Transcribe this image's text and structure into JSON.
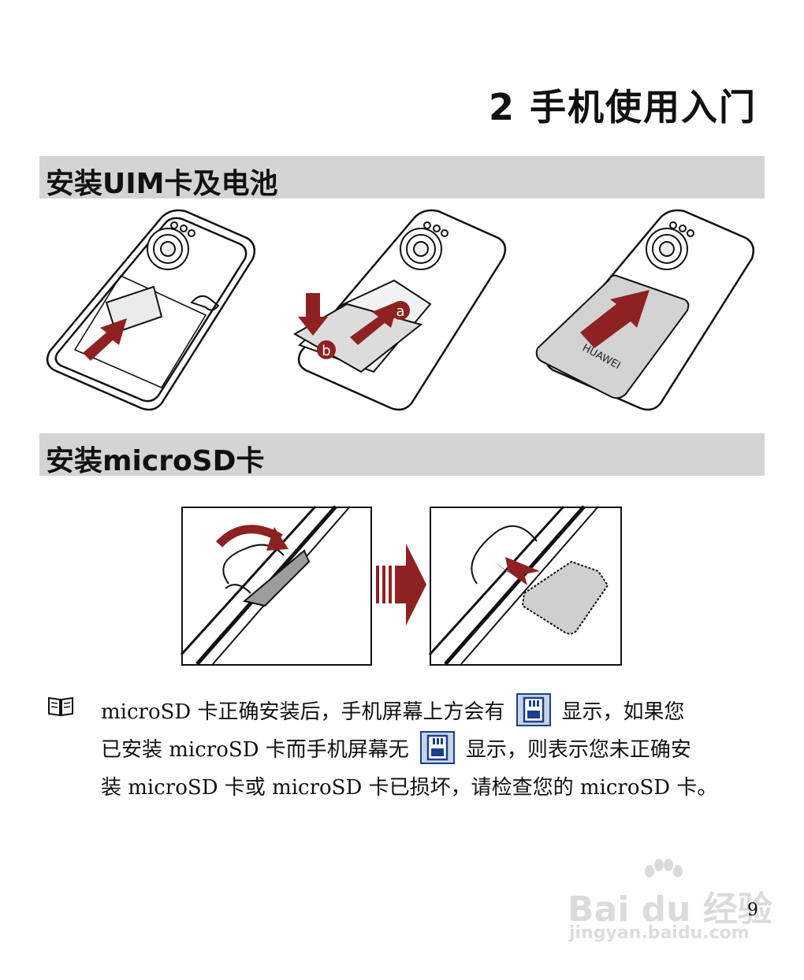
{
  "chapter_title": "2 手机使用入门",
  "sections": [
    {
      "title": "安装UIM卡及电池"
    },
    {
      "title": "安装microSD卡"
    }
  ],
  "figure1": {
    "callout_a": "a",
    "callout_b": "b",
    "cover_brand": "HUAWEI"
  },
  "note": {
    "icon": "book-icon",
    "line1_a": "microSD 卡正确安装后，手机屏幕上方会有",
    "line1_b": "显示，如果您",
    "line2_a": "已安装 microSD 卡而手机屏幕无",
    "line2_b": "显示，则表示您未正确安",
    "line3": "装 microSD 卡或 microSD 卡已损坏，请检查您的 microSD 卡。"
  },
  "page_number": "9",
  "watermark": {
    "brand": "Bai du 经验",
    "url": "jingyan.baidu.com"
  },
  "colors": {
    "arrow": "#8e2121",
    "section_bar": "#d4d4d4",
    "sd_icon_bg": "#c8d3e6",
    "sd_icon_fg": "#1b3f8a"
  }
}
